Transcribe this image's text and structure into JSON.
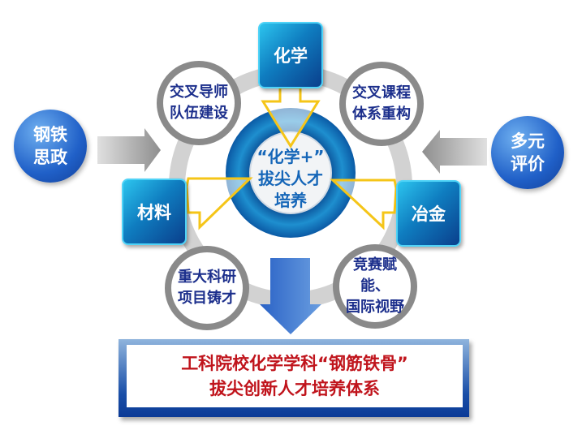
{
  "center": {
    "line1": "“化学+”",
    "line2": "拔尖人才",
    "line3": "培养"
  },
  "disciplines": {
    "top": "化学",
    "left": "材料",
    "right": "冶金"
  },
  "measures": {
    "top_left": [
      "交叉导师",
      "队伍建设"
    ],
    "top_right": [
      "交叉课程",
      "体系重构"
    ],
    "bottom_left": [
      "重大科研",
      "项目铸才"
    ],
    "bottom_right": [
      "竞赛赋能、",
      "国际视野"
    ]
  },
  "inputs": {
    "left": [
      "钢铁",
      "思政"
    ],
    "right": [
      "多元",
      "评价"
    ]
  },
  "result": {
    "line1": "工科院校化学学科“钢筋铁骨”",
    "line2": "拔尖创新人才培养体系"
  },
  "colors": {
    "navy_text": "#1c2f8c",
    "red_text": "#c0141c",
    "box_blue": "#0f7dc0",
    "ring_gray": "#d0d0d0"
  }
}
